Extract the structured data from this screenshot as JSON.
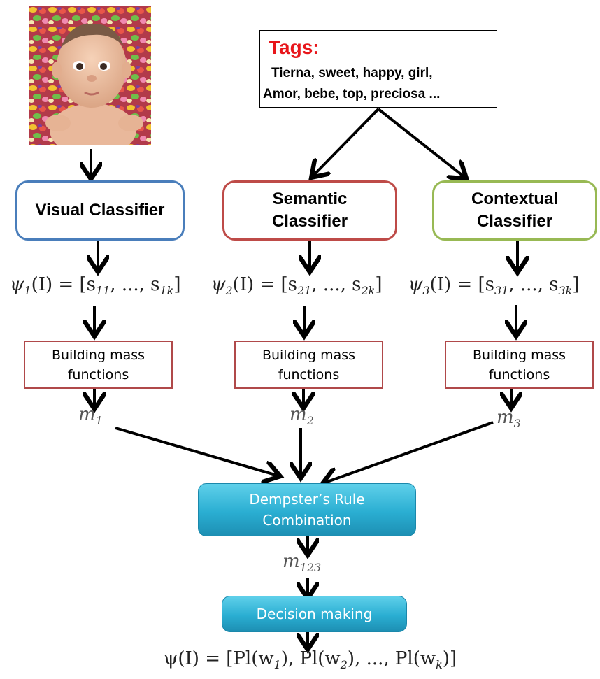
{
  "tags": {
    "title": "Tags:",
    "line1": "Tierna, sweet, happy, girl,",
    "line2": "Amor, bebe, top, preciosa ..."
  },
  "classifiers": {
    "visual": "Visual Classifier",
    "semantic_1": "Semantic",
    "semantic_2": "Classifier",
    "contextual_1": "Contextual",
    "contextual_2": "Classifier"
  },
  "mass": {
    "line1": "Building mass",
    "line2": "functions"
  },
  "formulas": {
    "psi1": {
      "lhs": "ψ",
      "idx": "1",
      "arg": "(I) = [s",
      "s1": "11",
      "mid": ", ..., s",
      "s2": "1k",
      "end": "]"
    },
    "psi2": {
      "lhs": "ψ",
      "idx": "2",
      "arg": "(I) = [s",
      "s1": "21",
      "mid": ", ..., s",
      "s2": "2k",
      "end": "]"
    },
    "psi3": {
      "lhs": "ψ",
      "idx": "3",
      "arg": "(I) = [s",
      "s1": "31",
      "mid": ", ..., s",
      "s2": "3k",
      "end": "]"
    },
    "m1": {
      "base": "m",
      "sub": "1"
    },
    "m2": {
      "base": "m",
      "sub": "2"
    },
    "m3": {
      "base": "m",
      "sub": "3"
    },
    "m123": {
      "base": "m",
      "sub": "123"
    },
    "final": {
      "a": "ψ(I) = [Pl(w",
      "a_sub": "1",
      "b": "), Pl(w",
      "b_sub": "2",
      "c": "), ..., Pl(w",
      "c_sub": "k",
      "d": ")]"
    }
  },
  "fusion": {
    "dempster_1": "Dempster’s Rule",
    "dempster_2": "Combination",
    "decision": "Decision making"
  },
  "colors": {
    "tags_title": "#e8161b",
    "visual_border": "#4a7ebb",
    "semantic_border": "#be4b48",
    "contextual_border": "#98b954",
    "mass_border": "#b0494a",
    "fusion_fill": "#2aaed2"
  }
}
